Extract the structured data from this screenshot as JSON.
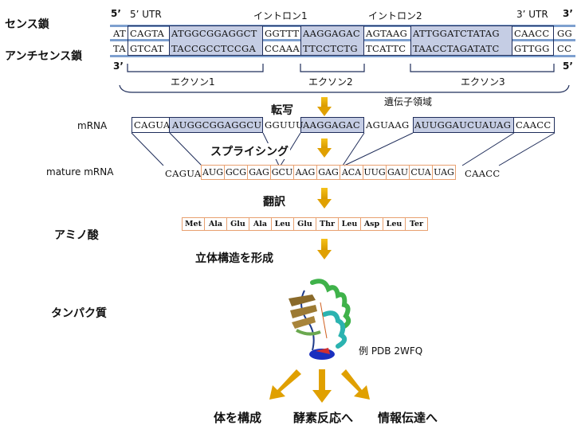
{
  "labels": {
    "sense": "センス鎖",
    "antisense": "アンチセンス鎖",
    "mrna": "mRNA",
    "mature_mrna": "mature mRNA",
    "amino_acid": "アミノ酸",
    "protein": "タンパク質"
  },
  "dna": {
    "five_prime_top": "5’",
    "three_prime_top": "3’",
    "three_prime_bottom": "3’",
    "five_prime_bottom": "5’",
    "utr5": "5’ UTR",
    "utr3": "3’ UTR",
    "intron1": "イントロン1",
    "intron2": "イントロン2",
    "sense_segments": [
      "AT",
      "CAGTA",
      "ATGGCGGAGGCT",
      "GGTTT",
      "AAGGAGAC",
      "AGTAAG",
      "ATTGGATCTATAG",
      "CAACC",
      "GG"
    ],
    "antisense_segments": [
      "TA",
      "GTCAT",
      "TACCGCCTCCGA",
      "CCAAA",
      "TTCCTCTG",
      "TCATTC",
      "TAACCTAGATATC",
      "GTTGG",
      "CC"
    ],
    "exon1": "エクソン1",
    "exon2": "エクソン2",
    "exon3": "エクソン3",
    "gene_region": "遺伝子領域"
  },
  "steps": {
    "transcription": "転写",
    "splicing": "スプライシング",
    "translation": "翻訳",
    "folding": "立体構造を形成"
  },
  "mrna_segments": [
    "CAGUA",
    "AUGGCGGAGGCU",
    "GGUUU",
    "AAGGAGAC",
    "AGUAAG",
    "AUUGGAUCUAUAG",
    "CAACC"
  ],
  "mature_mrna": {
    "utr5": "CAGUA",
    "codons": [
      "AUG",
      "GCG",
      "GAG",
      "GCU",
      "AAG",
      "GAG",
      "ACA",
      "UUG",
      "GAU",
      "CUA",
      "UAG"
    ],
    "utr3": "CAACC"
  },
  "amino_acids": [
    "Met",
    "Ala",
    "Glu",
    "Ala",
    "Leu",
    "Glu",
    "Thr",
    "Leu",
    "Asp",
    "Leu",
    "Ter"
  ],
  "protein_caption": "例 PDB 2WFQ",
  "outcomes": [
    "体を構成",
    "酵素反応へ",
    "情報伝達へ"
  ],
  "colors": {
    "strand": "#7ea0cf",
    "exon_fill": "#c5cde4",
    "arrow": "#e0a000",
    "codon_border": "#e8a070"
  }
}
